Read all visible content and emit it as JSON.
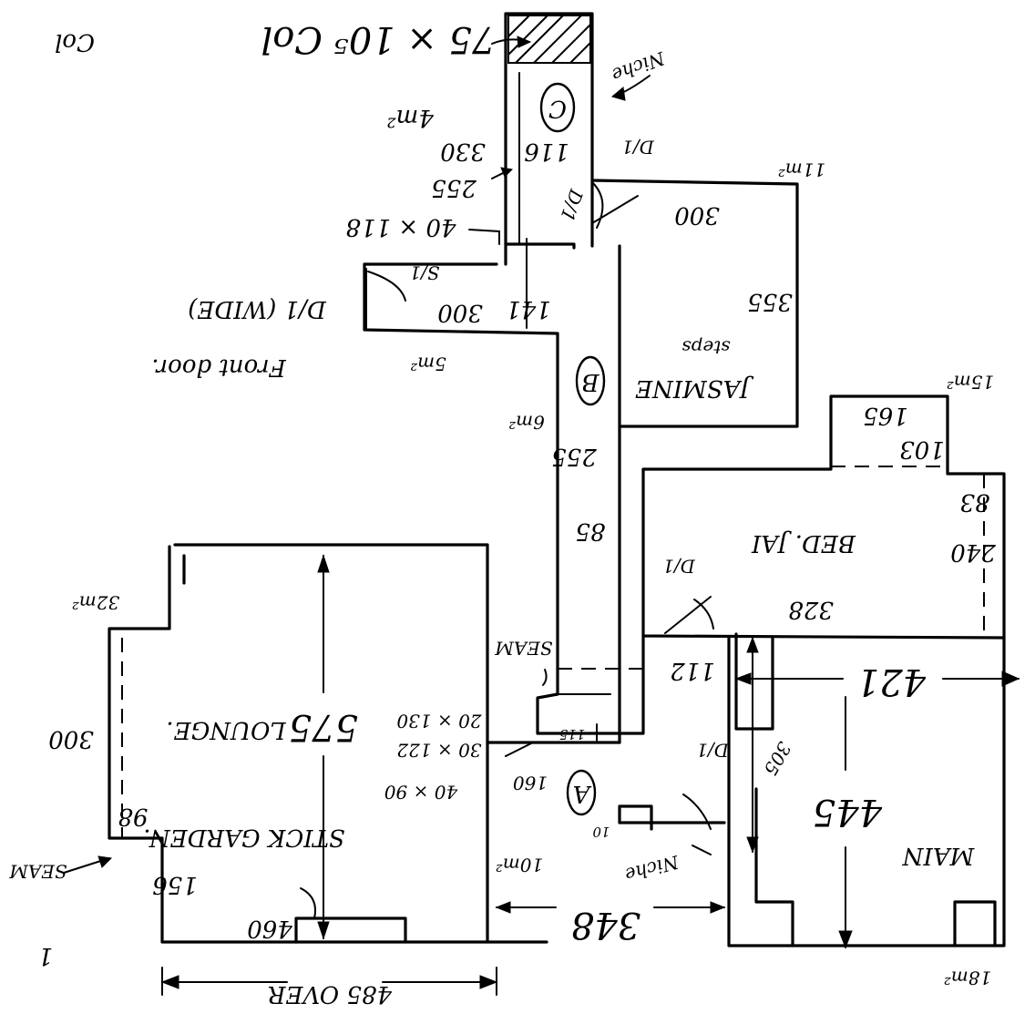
{
  "labels": {
    "col": "Col",
    "col_size": "75 × 10⁵ Col",
    "niche": "Niche",
    "room_c": "C",
    "room_c_area": "4m²",
    "room_c_dim_w": "116",
    "room_c_dim_d": "330",
    "room_c_wall": "255",
    "door_d1": "D/1",
    "door_d1_b": "D/1",
    "opening_40x118": "40 × 118",
    "jasmine_area": "11m²",
    "jasmine_w": "300",
    "jasmine_d": "355",
    "jasmine_name": "JASMINE",
    "jasmine_sub": "steps",
    "hall_width": "141",
    "hall_300": "300",
    "hall_s1": "S/1",
    "front_door_note": "D/1 (WIDE)",
    "front_door": "Front door.",
    "entry_area": "5m²",
    "room_b": "B",
    "room_b_area": "6m²",
    "room_b_len": "255",
    "room_b_85": "85",
    "bed_area": "15m²",
    "bed_165": "165",
    "bed_103": "103",
    "bed_name": "BED. JAI",
    "bed_83": "83",
    "bed_240": "240",
    "bed_door": "D/1",
    "bed_328": "328",
    "lounge_area": "32m²",
    "lounge_575": "575",
    "lounge_name": "LOUNGE.",
    "lounge_300": "300",
    "lounge_98": "98",
    "lounge_156": "156",
    "lounge_460": "460",
    "stick_garden": "STICK GARDEN.",
    "seam_left": "SEAM",
    "seam_mid": "SEAM",
    "dim_112": "112",
    "dim_20x130": "20 × 130",
    "dim_30x122": "30 × 122",
    "dim_115": "115",
    "dim_40x90": "40 × 90",
    "dim_160": "160",
    "room_a": "A",
    "room_a_area": "10m²",
    "dim_10": "10",
    "niche_a": "Niche",
    "dim_348": "348",
    "main_421": "421",
    "main_445": "445",
    "main_305": "305",
    "main_door": "D/1",
    "main_name": "MAIN",
    "main_area": "18m²",
    "overall": "485 OVER",
    "page_no": "1"
  }
}
